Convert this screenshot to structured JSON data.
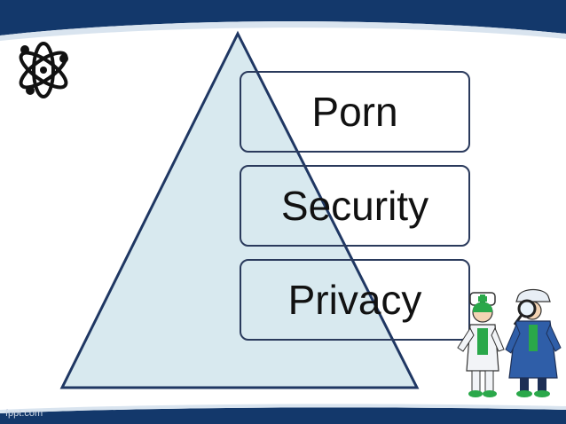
{
  "slide": {
    "pyramid_levels": [
      {
        "label": "Porn"
      },
      {
        "label": "Security"
      },
      {
        "label": "Privacy"
      }
    ],
    "footer": "fppt.com"
  },
  "icons": {
    "logo": "atom-icon",
    "characters": [
      "nurse-character-icon",
      "detective-character-icon"
    ]
  },
  "colors": {
    "header_band": "#13386b",
    "pyramid_fill": "#d8e9ef",
    "pyramid_stroke": "#1f3763",
    "box_border": "#2a3a5c",
    "footer_band": "#13386b"
  }
}
